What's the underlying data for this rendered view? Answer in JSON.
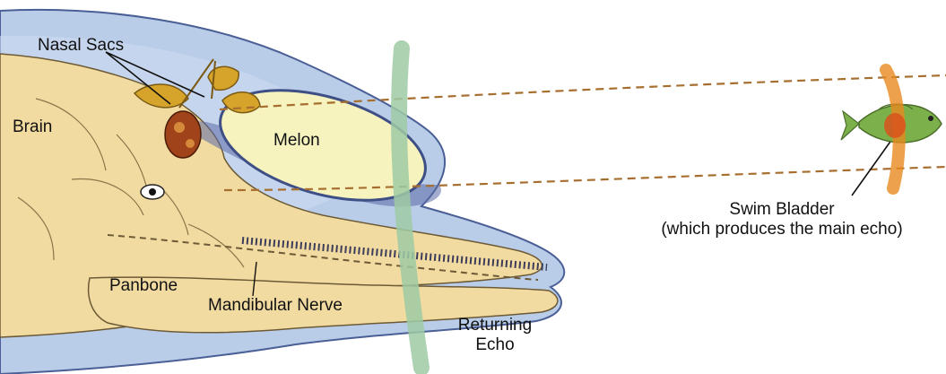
{
  "labels": {
    "nasal_sacs": "Nasal Sacs",
    "brain": "Brain",
    "melon": "Melon",
    "panbone": "Panbone",
    "mandibular_nerve": "Mandibular Nerve",
    "returning_echo_line1": "Returning",
    "returning_echo_line2": "Echo",
    "swim_bladder_line1": "Swim Bladder",
    "swim_bladder_line2": "(which produces the main echo)"
  },
  "colors": {
    "skin_blue": "#b9cde9",
    "skin_outline": "#4a5f95",
    "skull_tan": "#f1dba1",
    "skull_outline": "#6c5a36",
    "melon_yellow": "#f6f3bf",
    "nasal_gold": "#d6a42a",
    "echo_green": "#9fcaa5",
    "sound_beam": "#a76f2f",
    "fish_body": "#7bb04a",
    "bladder_orange": "#e98a1f"
  }
}
